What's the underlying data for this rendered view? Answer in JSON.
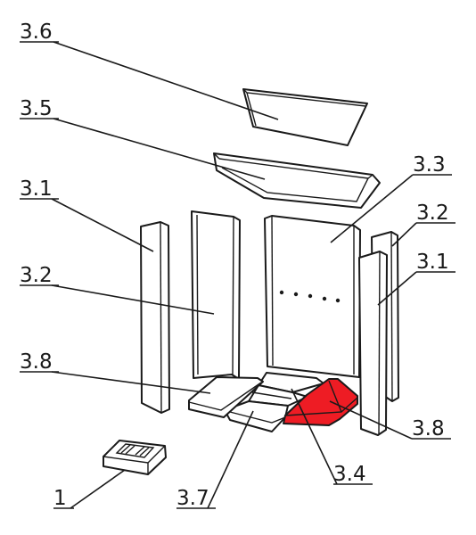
{
  "labels": {
    "l36": "3.6",
    "l35": "3.5",
    "l31a": "3.1",
    "l33": "3.3",
    "l32a": "3.2",
    "l32b": "3.2",
    "l31b": "3.1",
    "l38a": "3.8",
    "l38b": "3.8",
    "l1": "1",
    "l37": "3.7",
    "l34": "3.4"
  },
  "colors": {
    "highlight": "#ee1c24",
    "line": "#1a1a1a"
  }
}
